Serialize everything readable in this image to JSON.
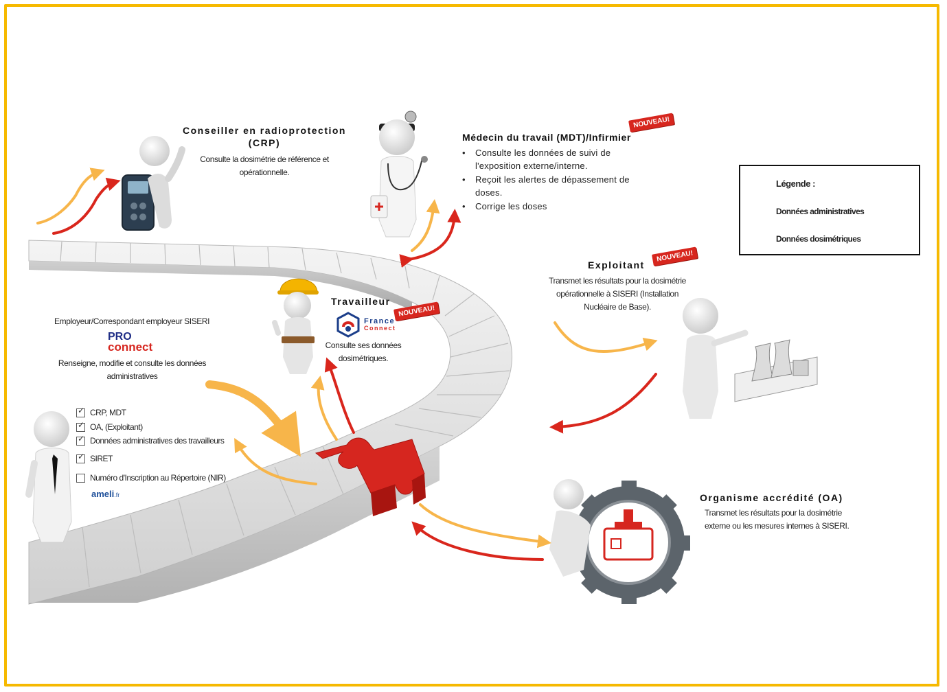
{
  "crp": {
    "title_line1": "Conseiller en radioprotection",
    "title_line2": "(CRP)",
    "desc_line1": "Consulte la dosimétrie de  référence et",
    "desc_line2": "opérationnelle."
  },
  "mdt": {
    "title": "Médecin du travail (MDT)/Infirmier",
    "badge": "NOUVEAU!",
    "bullet": "•",
    "bullets": [
      "Consulte les données de suivi de l'exposition externe/interne.",
      "Reçoit les alertes de dépassement  de doses.",
      "Corrige les doses"
    ]
  },
  "legend": {
    "title": "Légende :",
    "administrative": "Données administratives",
    "dosimetric": "Données dosimétriques"
  },
  "exploitant": {
    "title": "Exploitant",
    "badge": "NOUVEAU!",
    "desc_line1": "Transmet les résultats pour la  dosimétrie",
    "desc_line2": "opérationnelle à SISERI (Installation",
    "desc_line3": "Nucléaire de Base)."
  },
  "travailleur": {
    "title": "Travailleur",
    "badge": "NOUVEAU!",
    "franceconnect_line1": "France",
    "franceconnect_line2": "Connect",
    "desc_line1": "Consulte ses données",
    "desc_line2": "dosimétriques."
  },
  "employeur": {
    "title": "Employeur/Correspondant employeur SISERI",
    "proconnect_line1": "PRO",
    "proconnect_line2": "connect",
    "desc_line1": "Renseigne, modifie et consulte les données",
    "desc_line2": "administratives",
    "checklist": [
      "CRP, MDT",
      "OA, (Exploitant)",
      "Données administratives des travailleurs",
      "SIRET",
      "Numéro d'Inscription  au Répertoire (NIR)"
    ],
    "ameli_main": "ameli",
    "ameli_suffix": ".fr"
  },
  "oa": {
    "title": "Organisme accrédité (OA)",
    "desc_line1": "Transmet les résultats pour la  dosimétrie",
    "desc_line2": "externe ou  les mesures internes à SISERI."
  },
  "colors": {
    "frame": "#f6b900",
    "administrative_arrow": "#f7b54a",
    "dosimetric_arrow": "#d9261c",
    "badge": "#d7261e",
    "puzzle_piece_highlight": "#d6261f"
  }
}
